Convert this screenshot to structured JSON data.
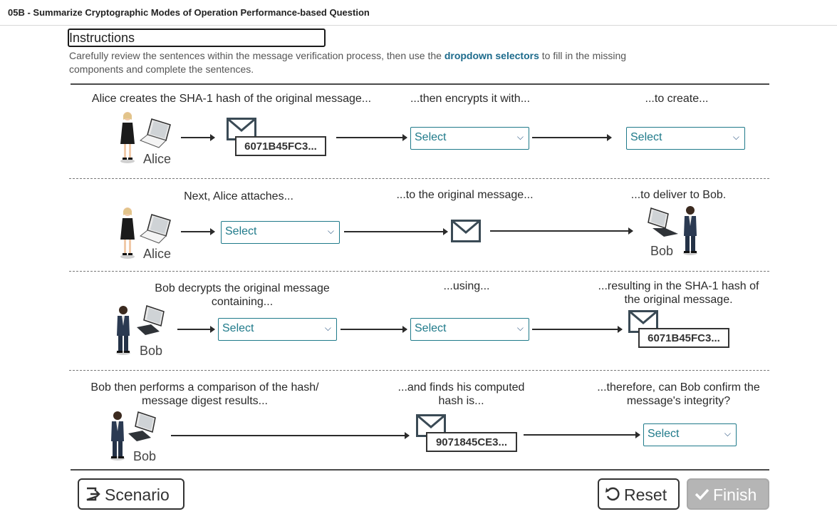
{
  "header": {
    "title": "05B - Summarize Cryptographic Modes of Operation Performance-based Question"
  },
  "instructions": {
    "heading": "Instructions",
    "text_before": "Carefully review the sentences within the message verification process, then use the ",
    "text_link": "dropdown selectors",
    "text_after": " to fill in the missing components and complete the sentences."
  },
  "rows": [
    {
      "labels": [
        "Alice creates the SHA-1 hash of the original message...",
        "...then encrypts it with...",
        "...to create..."
      ],
      "person": "Alice",
      "hash": "6071B45FC3...",
      "selects": [
        "Select",
        "Select"
      ]
    },
    {
      "labels": [
        "Next, Alice attaches...",
        "...to the original message...",
        "...to deliver to Bob."
      ],
      "person": "Alice",
      "recipient": "Bob",
      "selects": [
        "Select"
      ]
    },
    {
      "labels": [
        "Bob decrypts the original message containing...",
        "...using...",
        "...resulting in the SHA-1 hash of the original message."
      ],
      "person": "Bob",
      "hash": "6071B45FC3...",
      "selects": [
        "Select",
        "Select"
      ]
    },
    {
      "labels": [
        "Bob then performs a comparison of the hash/ message digest results...",
        "...and finds his computed hash is...",
        "...therefore, can Bob confirm the message's integrity?"
      ],
      "person": "Bob",
      "hash": "9071845CE3...",
      "selects": [
        "Select"
      ]
    }
  ],
  "footer": {
    "scenario_label": "Scenario",
    "reset_label": "Reset",
    "finish_label": "Finish"
  },
  "colors": {
    "accent": "#1f7a8a",
    "link": "#1d6b8c",
    "finish_bg": "#b5b5b5"
  },
  "icons": [
    "envelope-icon",
    "laptop-icon",
    "person-female-icon",
    "person-male-icon",
    "export-icon",
    "reset-icon",
    "check-icon",
    "chevron-down-icon"
  ]
}
